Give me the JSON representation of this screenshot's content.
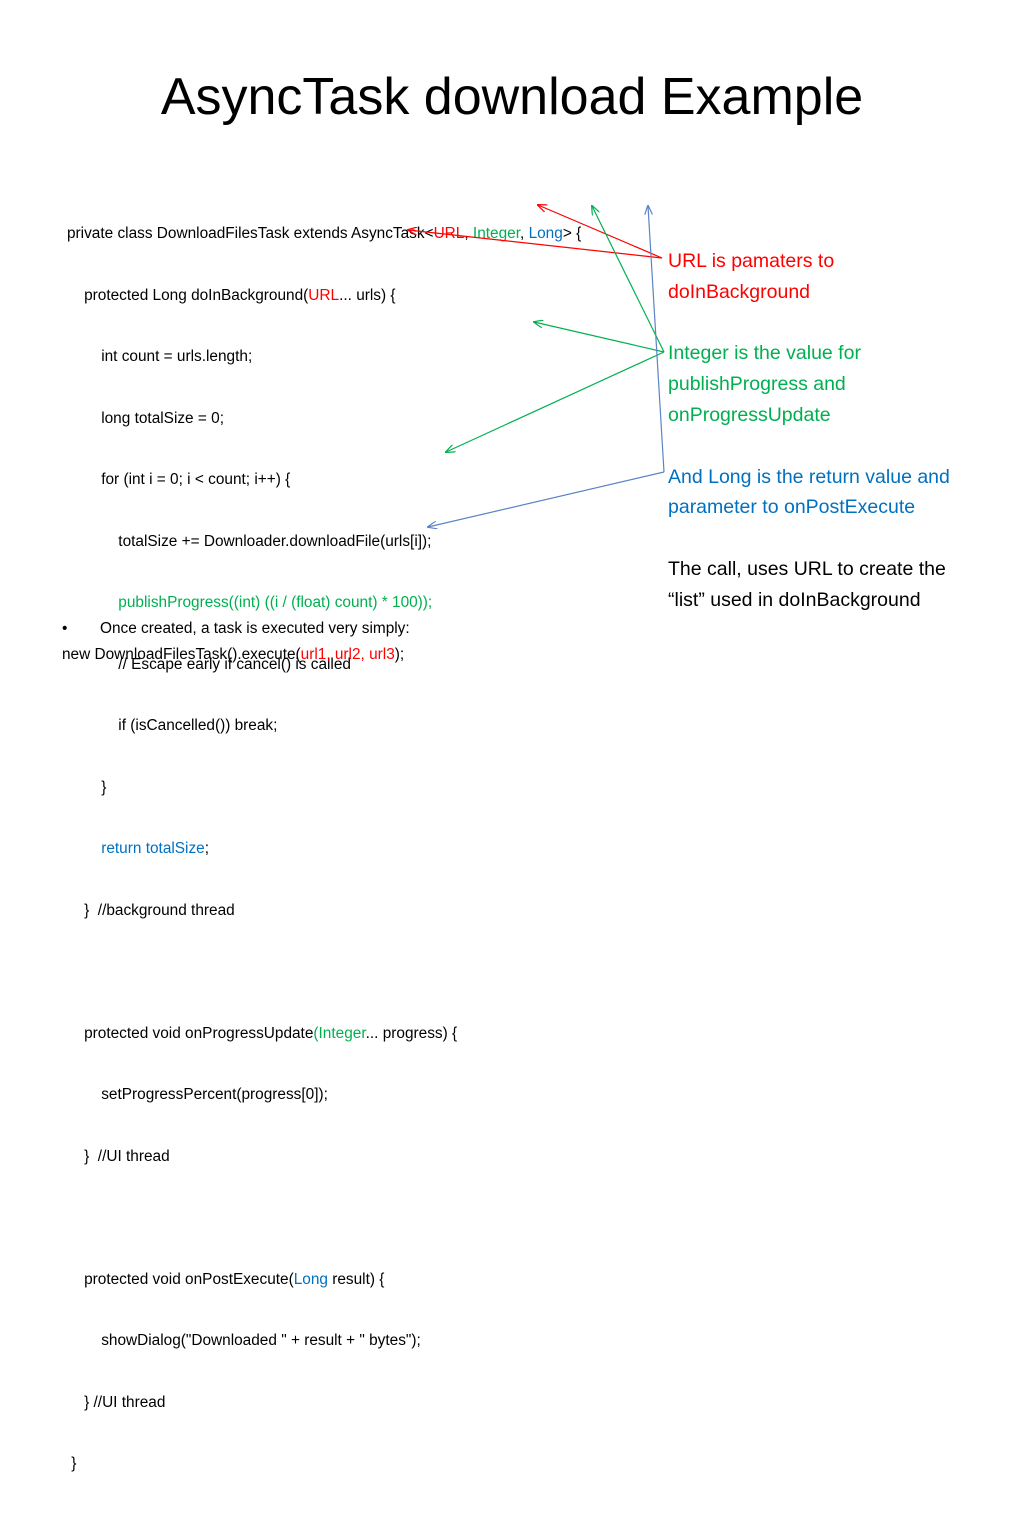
{
  "title": "AsyncTask download Example",
  "code": {
    "l1": {
      "a": "private class DownloadFilesTask extends AsyncTask<",
      "url": "URL",
      "c1": ", ",
      "int": "Integer",
      "c2": ", ",
      "lng": "Long",
      "e": "> {"
    },
    "l2": {
      "a": "    protected Long doInBackground(",
      "url": "URL",
      "e": "... urls) {"
    },
    "l3": "        int count = urls.length;",
    "l4": "        long totalSize = 0;",
    "l5": "        for (int i = 0; i < count; i++) {",
    "l6": "            totalSize += Downloader.downloadFile(urls[i]);",
    "l7": "            publishProgress((int) ((i / (float) count) * 100));",
    "l8": "            // Escape early if cancel() is called",
    "l9": "            if (isCancelled()) break;",
    "l10": "        }",
    "l11": {
      "kw": "        return ",
      "v": "totalSize",
      "e": ";"
    },
    "l12": "    }  //background thread",
    "l13": "",
    "l14": {
      "a": "    protected void onProgressUpdate",
      "p": "(Integer",
      "e": "... progress) {"
    },
    "l15": "        setProgressPercent(progress[0]);",
    "l16": "    }  //UI thread",
    "l17": "",
    "l18": {
      "a": "    protected void onPostExecute(",
      "lng": "Long",
      "e": " result) {"
    },
    "l19": "        showDialog(\"Downloaded \" + result + \" bytes\");",
    "l20": "    } //UI thread",
    "l21": " }"
  },
  "bullet": {
    "dot": "•",
    "text": "Once created, a task is executed very simply:"
  },
  "exec": {
    "a": "new DownloadFilesTask().execute(",
    "args": "url1, url2, url3",
    "e": ");"
  },
  "notes": {
    "url_note": "URL is pamaters to doInBackground",
    "integer_note": "Integer is the value for publishProgress and onProgressUpdate",
    "long_note": "And Long is the return value and parameter to onPostExecute",
    "call_note": "The call, uses URL to create the “list” used in doInBackground"
  },
  "colors": {
    "red": "#ff0000",
    "green": "#00b050",
    "blue": "#0070c0"
  }
}
